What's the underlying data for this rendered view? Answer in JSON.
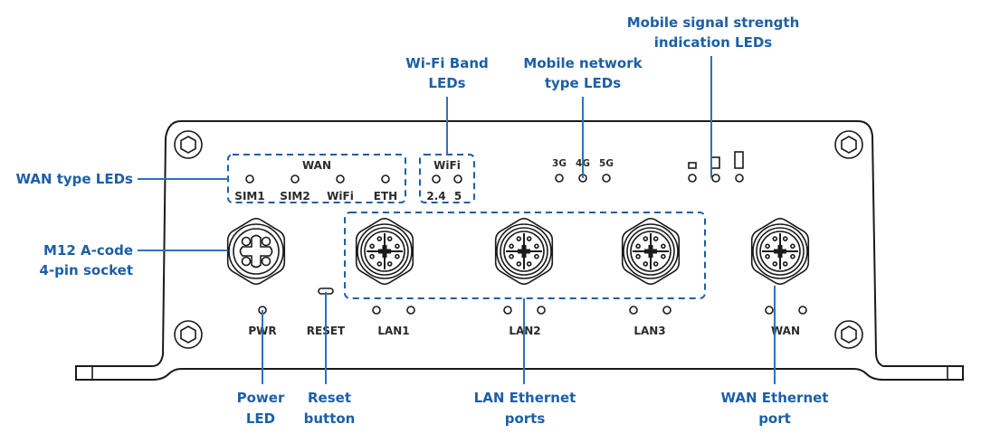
{
  "diagram": {
    "title": "Industrial router front panel",
    "callouts": {
      "wan_type_leds": "WAN type LEDs",
      "m12_socket_line1": "M12 A-code",
      "m12_socket_line2": "4-pin socket",
      "wifi_band_line1": "Wi-Fi Band",
      "wifi_band_line2": "LEDs",
      "mobile_network_line1": "Mobile network",
      "mobile_network_line2": "type LEDs",
      "signal_strength_line1": "Mobile signal strength",
      "signal_strength_line2": "indication LEDs",
      "power_led_line1": "Power",
      "power_led_line2": "LED",
      "reset_button_line1": "Reset",
      "reset_button_line2": "button",
      "lan_ports_line1": "LAN Ethernet",
      "lan_ports_line2": "ports",
      "wan_port_line1": "WAN Ethernet",
      "wan_port_line2": "port"
    },
    "panel_labels": {
      "wan_group": "WAN",
      "wan_leds": [
        "SIM1",
        "SIM2",
        "WiFi",
        "ETH"
      ],
      "wifi_group": "WiFi",
      "wifi_leds": [
        "2.4",
        "5"
      ],
      "mobile_leds": [
        "3G",
        "4G",
        "5G"
      ],
      "pwr": "PWR",
      "reset": "RESET",
      "lan1": "LAN1",
      "lan2": "LAN2",
      "lan3": "LAN3",
      "wan": "WAN"
    },
    "signal_bars": 3,
    "colors": {
      "callout_text": "#1d5fa6",
      "leader_line": "#2f72b5",
      "outline": "#1a1a1a",
      "panel_text": "#2b2b2b"
    }
  }
}
